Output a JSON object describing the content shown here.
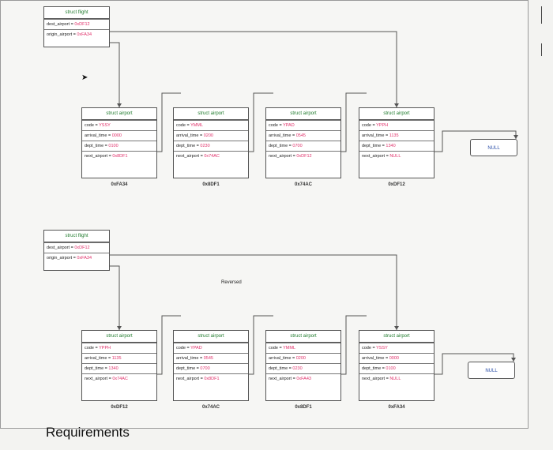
{
  "flights": [
    {
      "header": "struct flight",
      "fields": [
        {
          "name": "dest_airport = ",
          "value": "0xDF12"
        },
        {
          "name": "origin_airport = ",
          "value": "0xFA34"
        }
      ],
      "airports": [
        {
          "header": "struct airport",
          "fields": [
            {
              "name": "code = ",
              "value": "YSSY"
            },
            {
              "name": "arrival_time = ",
              "value": "0000"
            },
            {
              "name": "dept_time = ",
              "value": "0100"
            },
            {
              "name": "next_airport = ",
              "value": "0x8DF1"
            }
          ],
          "address": "0xFA34"
        },
        {
          "header": "struct airport",
          "fields": [
            {
              "name": "code = ",
              "value": "YMML"
            },
            {
              "name": "arrival_time = ",
              "value": "0200"
            },
            {
              "name": "dept_time = ",
              "value": "0230"
            },
            {
              "name": "next_airport = ",
              "value": "0x74AC"
            }
          ],
          "address": "0x8DF1"
        },
        {
          "header": "struct airport",
          "fields": [
            {
              "name": "code = ",
              "value": "YPAD"
            },
            {
              "name": "arrival_time = ",
              "value": "0545"
            },
            {
              "name": "dept_time = ",
              "value": "0700"
            },
            {
              "name": "next_airport = ",
              "value": "0xDF12"
            }
          ],
          "address": "0x74AC"
        },
        {
          "header": "struct airport",
          "fields": [
            {
              "name": "code = ",
              "value": "YPPH"
            },
            {
              "name": "arrival_time = ",
              "value": "1135"
            },
            {
              "name": "dept_time = ",
              "value": "1340"
            },
            {
              "name": "next_airport = ",
              "value": "NULL"
            }
          ],
          "address": "0xDF12"
        }
      ],
      "null_label": "NULL"
    },
    {
      "header": "struct flight",
      "fields": [
        {
          "name": "dest_airport = ",
          "value": "0xDF12"
        },
        {
          "name": "origin_airport = ",
          "value": "0xFA34"
        }
      ],
      "airports": [
        {
          "header": "struct airport",
          "fields": [
            {
              "name": "code = ",
              "value": "YPPH"
            },
            {
              "name": "arrival_time = ",
              "value": "1135"
            },
            {
              "name": "dept_time = ",
              "value": "1340"
            },
            {
              "name": "next_airport = ",
              "value": "0x74AC"
            }
          ],
          "address": "0xDF12"
        },
        {
          "header": "struct airport",
          "fields": [
            {
              "name": "code = ",
              "value": "YPAD"
            },
            {
              "name": "arrival_time = ",
              "value": "0545"
            },
            {
              "name": "dept_time = ",
              "value": "0700"
            },
            {
              "name": "next_airport = ",
              "value": "0x8DF1"
            }
          ],
          "address": "0x74AC"
        },
        {
          "header": "struct airport",
          "fields": [
            {
              "name": "code = ",
              "value": "YMML"
            },
            {
              "name": "arrival_time = ",
              "value": "0200"
            },
            {
              "name": "dept_time = ",
              "value": "0230"
            },
            {
              "name": "next_airport = ",
              "value": "0xFA43"
            }
          ],
          "address": "0x8DF1"
        },
        {
          "header": "struct airport",
          "fields": [
            {
              "name": "code = ",
              "value": "YSSY"
            },
            {
              "name": "arrival_time = ",
              "value": "0000"
            },
            {
              "name": "dept_time = ",
              "value": "0100"
            },
            {
              "name": "next_airport = ",
              "value": "NULL"
            }
          ],
          "address": "0xFA34"
        }
      ],
      "null_label": "NULL"
    }
  ],
  "reversed_label": "Reversed",
  "requirements_heading": "Requirements"
}
